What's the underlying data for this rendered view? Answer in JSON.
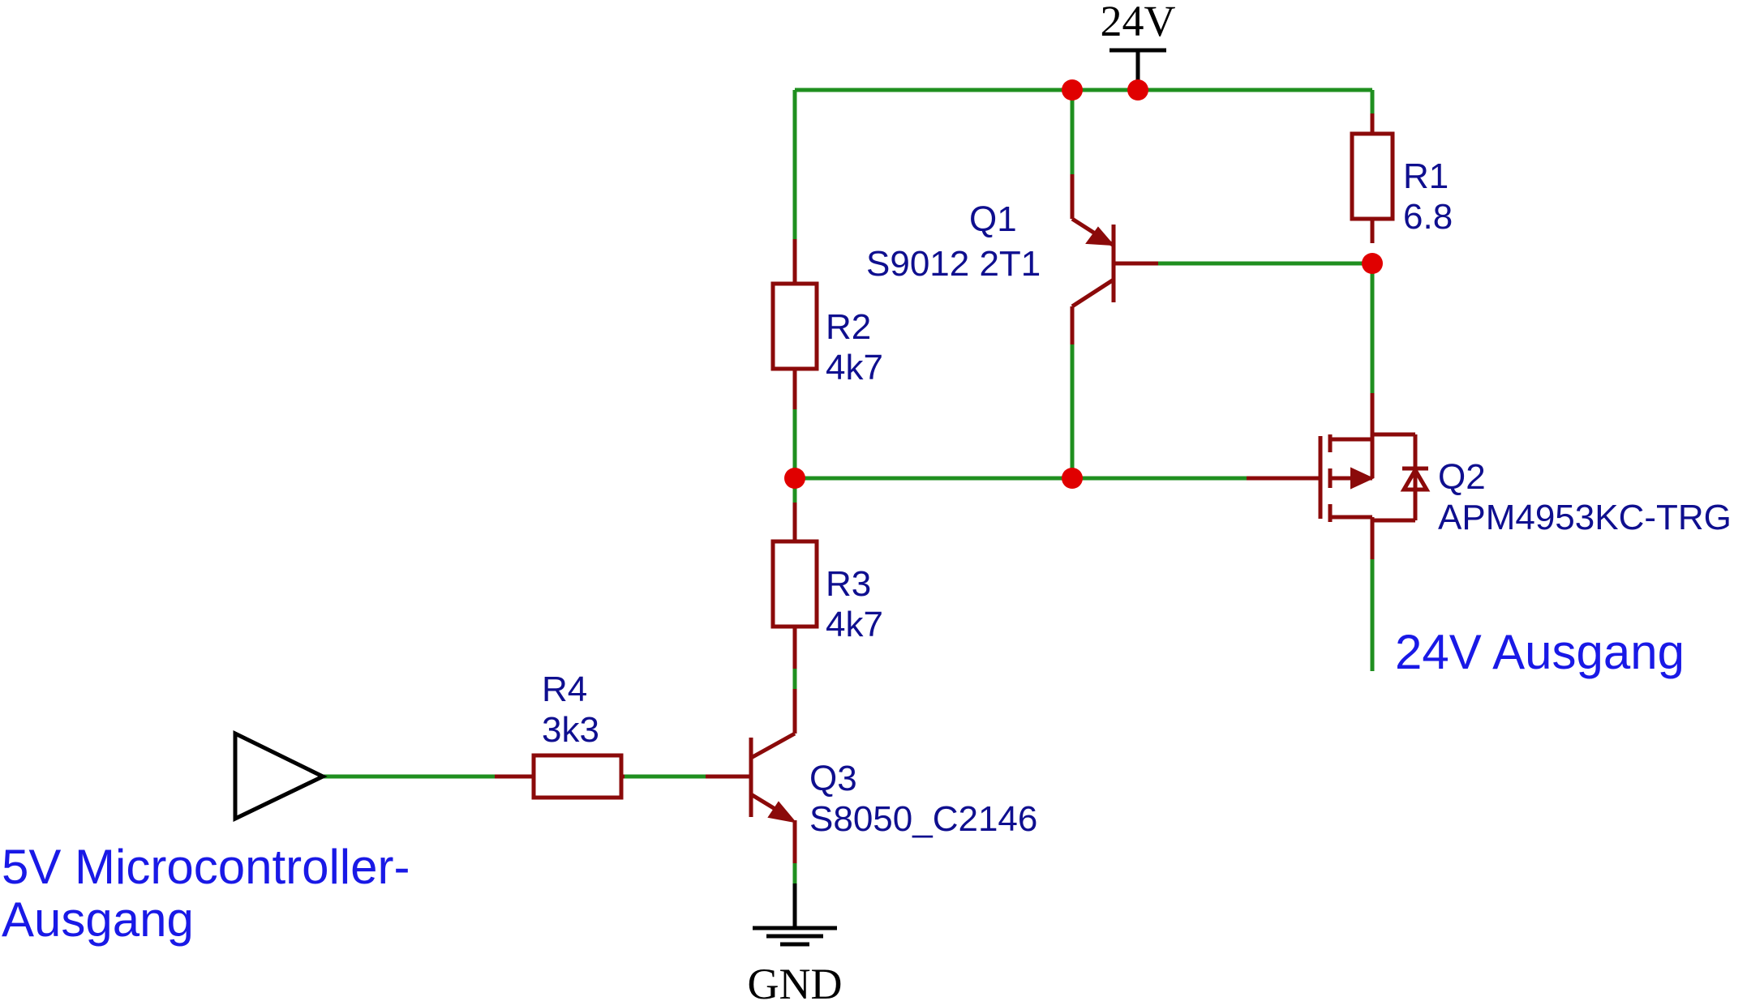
{
  "power": {
    "supply_label": "24V",
    "ground_label": "GND"
  },
  "components": {
    "r1": {
      "ref": "R1",
      "value": "6.8"
    },
    "r2": {
      "ref": "R2",
      "value": "4k7"
    },
    "r3": {
      "ref": "R3",
      "value": "4k7"
    },
    "r4": {
      "ref": "R4",
      "value": "3k3"
    },
    "q1": {
      "ref": "Q1",
      "value": "S9012 2T1"
    },
    "q2": {
      "ref": "Q2",
      "value": "APM4953KC-TRG"
    },
    "q3": {
      "ref": "Q3",
      "value": "S8050_C2146"
    }
  },
  "nets": {
    "input_line1": "5V Microcontroller-",
    "input_line2": "Ausgang",
    "output": "24V Ausgang"
  },
  "colors": {
    "wire": "#1f8f1f",
    "component": "#8b0a0a",
    "junction": "#e00000",
    "component_label": "#0f0f8f",
    "net_label": "#1919e6"
  }
}
